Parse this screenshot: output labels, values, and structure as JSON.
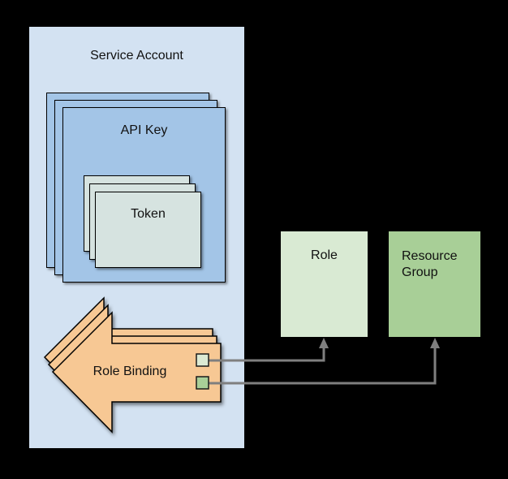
{
  "background_color": "#000000",
  "border_color": "#000000",
  "service_account": {
    "label": "Service Account",
    "fill": "#d3e2f2"
  },
  "api_key": {
    "label": "API Key",
    "fill": "#a3c5e7",
    "stack_count": 3
  },
  "token": {
    "label": "Token",
    "fill": "#d6e3e0",
    "stack_count": 3
  },
  "role_binding": {
    "label": "Role Binding",
    "fill": "#f7c894",
    "stack_count": 3,
    "ports": [
      {
        "name": "role-port",
        "fill": "#dcead4"
      },
      {
        "name": "resource-group-port",
        "fill": "#a9cf98"
      }
    ]
  },
  "role": {
    "label": "Role",
    "fill": "#d9ead3"
  },
  "resource_group": {
    "label": "Resource Group",
    "fill": "#a8cf97"
  },
  "connectors": {
    "color": "#7f7f7f",
    "items": [
      {
        "from": "role-binding-role-port",
        "to": "role"
      },
      {
        "from": "role-binding-resource-group-port",
        "to": "resource-group"
      }
    ]
  }
}
